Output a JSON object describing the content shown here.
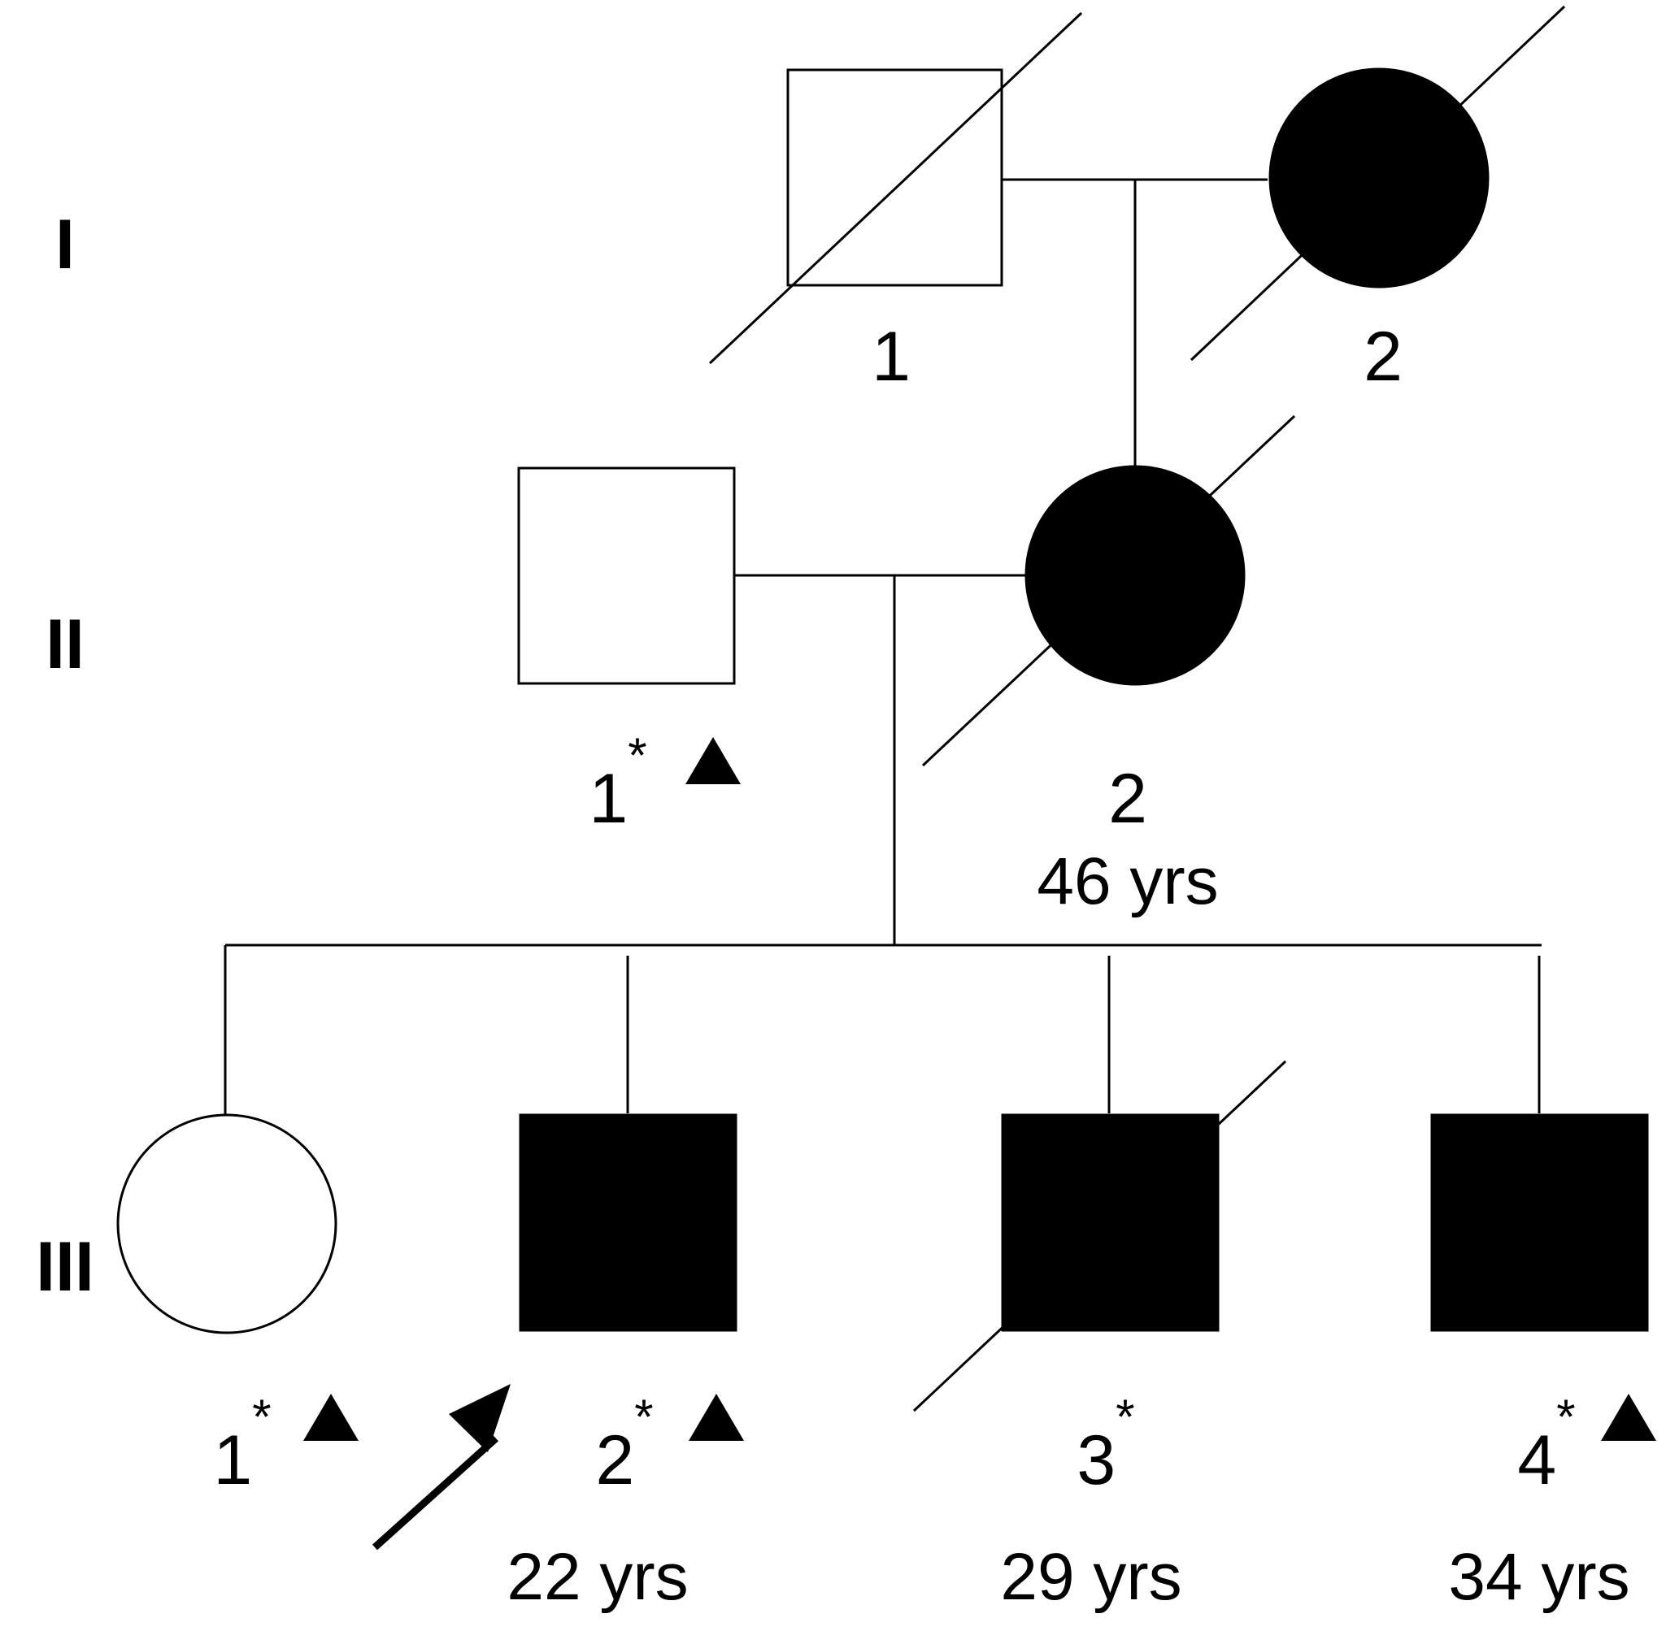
{
  "generations": [
    "I",
    "II",
    "III"
  ],
  "individuals": {
    "I-1": {
      "number": "1",
      "sex": "male",
      "affected": false,
      "deceased": true
    },
    "I-2": {
      "number": "2",
      "sex": "female",
      "affected": true,
      "deceased": true
    },
    "II-1": {
      "number": "1",
      "sex": "male",
      "affected": false,
      "deceased": false,
      "star": "*",
      "triangle": true
    },
    "II-2": {
      "number": "2",
      "sex": "female",
      "affected": true,
      "deceased": true,
      "age": "46 yrs"
    },
    "III-1": {
      "number": "1",
      "sex": "female",
      "affected": false,
      "deceased": false,
      "star": "*",
      "triangle": true
    },
    "III-2": {
      "number": "2",
      "sex": "male",
      "affected": true,
      "deceased": false,
      "star": "*",
      "triangle": true,
      "age": "22 yrs",
      "proband": true
    },
    "III-3": {
      "number": "3",
      "sex": "male",
      "affected": true,
      "deceased": true,
      "star": "*",
      "age": "29 yrs"
    },
    "III-4": {
      "number": "4",
      "sex": "male",
      "affected": true,
      "deceased": false,
      "star": "*",
      "triangle": true,
      "age": "34 yrs"
    }
  }
}
